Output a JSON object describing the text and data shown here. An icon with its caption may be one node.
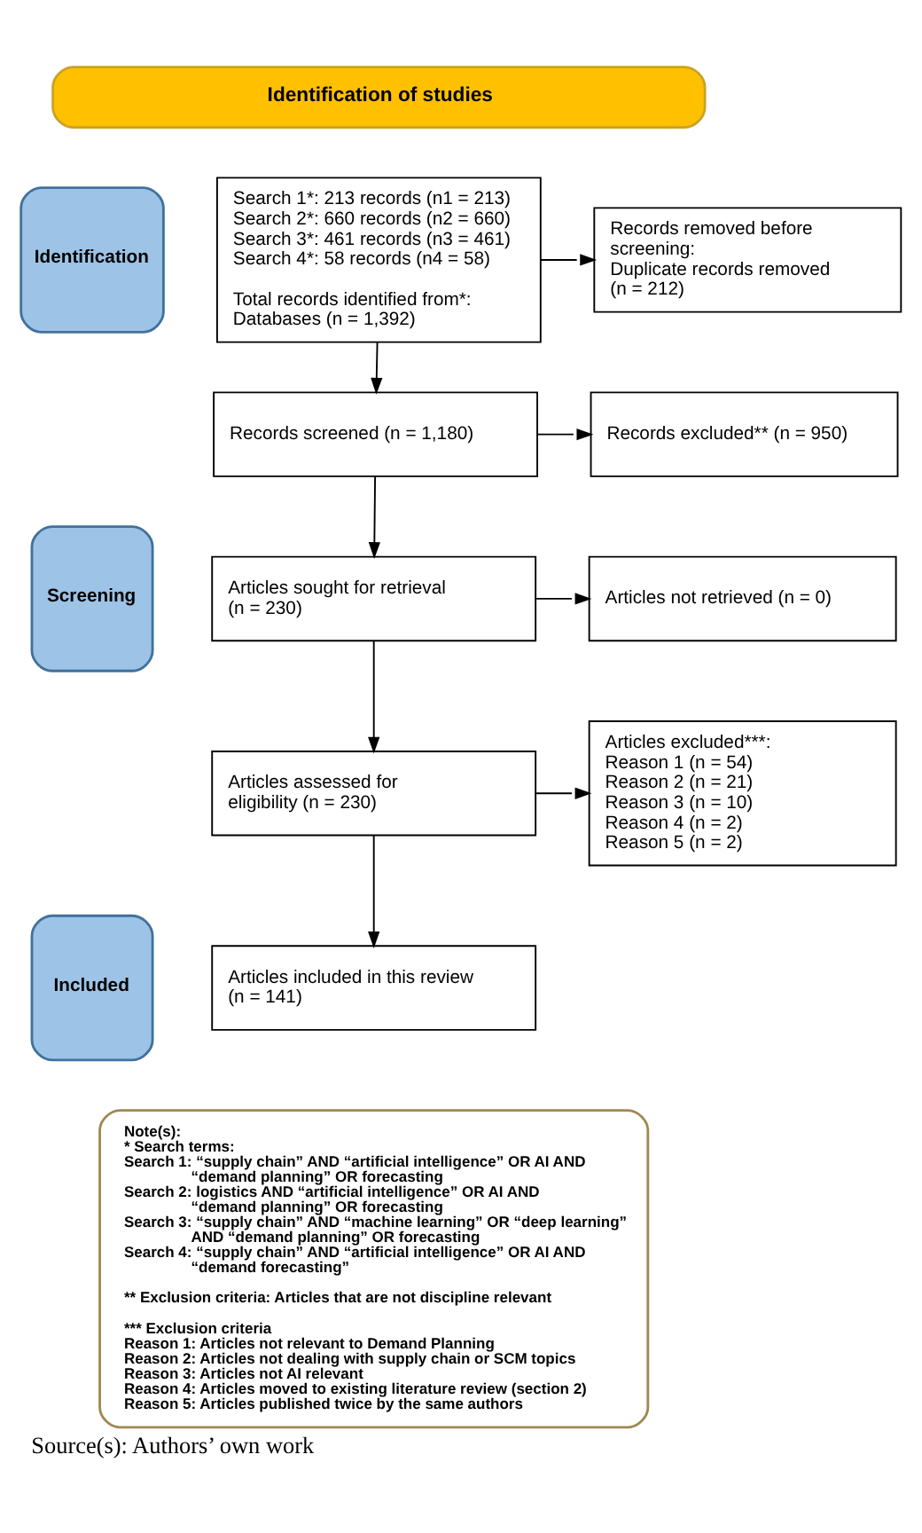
{
  "diagram": {
    "caption": "Source(s): Authors’ own work",
    "nodes": [
      {
        "text": [
          "Identification of studies"
        ]
      },
      {
        "text": [
          "Identification"
        ]
      },
      {
        "text": [
          "Search 1*: 213 records (n1 = 213)",
          "Search 2*: 660 records (n2 = 660)",
          "Search 3*: 461 records (n3 = 461)",
          "Search 4*: 58 records (n4 = 58)",
          "Total records identified from*: Databases (n = 1,392)"
        ]
      },
      {
        "text": [
          "Records removed before screening:",
          "Duplicate records removed (n = 212)"
        ]
      },
      {
        "text": [
          "Screening"
        ]
      },
      {
        "text": [
          "Records screened (n = 1,180)"
        ]
      },
      {
        "text": [
          "Records excluded** (n = 950)"
        ]
      },
      {
        "text": [
          "Articles sought for retrieval (n = 230)"
        ]
      },
      {
        "text": [
          "Articles not retrieved (n = 0)"
        ]
      },
      {
        "text": [
          "Articles assessed for eligibility (n = 230)"
        ]
      },
      {
        "text": [
          "Articles excluded***:",
          "Reason 1 (n = 54)",
          "Reason 2 (n = 21)",
          "Reason 3 (n = 10)",
          "Reason 4 (n = 2)",
          "Reason 5 (n = 2)"
        ]
      },
      {
        "text": [
          "Included"
        ]
      },
      {
        "text": [
          "Articles included in this review (n = 141)"
        ]
      },
      {
        "text": [
          "Note(s):",
          "* Search terms:",
          "Search 1: “supply chain” AND “artificial intelligence” OR AI AND “demand planning” OR forecasting",
          "Search 2: logistics AND “artificial intelligence” OR AI AND “demand planning” OR forecasting",
          "Search 3: “supply chain” AND “machine learning” OR “deep learning” AND “demand planning” OR forecasting",
          "Search 4: “supply chain” AND “artificial intelligence” OR AI AND “demand forecasting”",
          "** Exclusion criteria: Articles that are not discipline relevant",
          "*** Exclusion criteria",
          "Reason 1: Articles not relevant to Demand Planning",
          "Reason 2: Articles not dealing with supply chain or SCM topics",
          "Reason 3: Articles not AI relevant",
          "Reason 4: Articles moved to existing literature review (section 2)",
          "Reason 5: Articles published twice by the same authors"
        ]
      }
    ],
    "edges": [
      {
        "from": 2,
        "to": 3,
        "arrow": "to"
      },
      {
        "from": 2,
        "to": 5,
        "arrow": "to"
      },
      {
        "from": 5,
        "to": 6,
        "arrow": "to"
      },
      {
        "from": 5,
        "to": 7,
        "arrow": "to"
      },
      {
        "from": 7,
        "to": 8,
        "arrow": "to"
      },
      {
        "from": 7,
        "to": 9,
        "arrow": "to"
      },
      {
        "from": 9,
        "to": 10,
        "arrow": "to"
      },
      {
        "from": 9,
        "to": 12,
        "arrow": "to"
      }
    ]
  }
}
